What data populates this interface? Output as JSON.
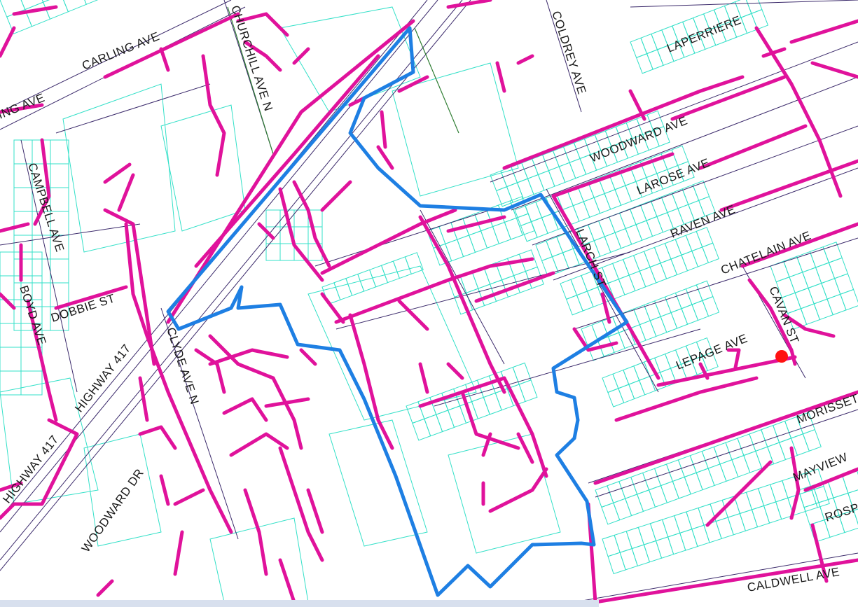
{
  "map": {
    "colors": {
      "background": "#ffffff",
      "parcel": "#33e0c8",
      "street": "#3b2a6b",
      "sewer": "#e0129b",
      "boundary": "#1e7fe3",
      "marker": "#ff1212",
      "rail": "#2e7d32"
    },
    "street_labels": {
      "carling": "CARLING AVE",
      "churchill": "CHURCHILL AVE N",
      "coldrey": "COLDREY AVE",
      "laperriere": "LAPERRIERE",
      "ingave": "ING AVE",
      "campbell": "CAMPBELL AVE",
      "boyd": "BOYD AVE",
      "dobbie": "DOBBIE ST",
      "hwy417a": "HIGHWAY 417",
      "hwy417b": "HIGHWAY 417",
      "clyde": "CLYDE AVE N",
      "woodwarddr": "WOODWARD DR",
      "woodwardave": "WOODWARD AVE",
      "larose": "LAROSE AVE",
      "raven": "RAVEN AVE",
      "chatelain": "CHATELAIN AVE",
      "larch": "LARCH ST",
      "cavan": "CAVAN ST",
      "lepage": "LEPAGE AVE",
      "morisset": "MORISSET",
      "mayview": "MAYVIEW",
      "rosp": "ROSP",
      "caldwell": "CALDWELL AVE"
    },
    "marker_label": "",
    "layers": [
      "parcels",
      "streets",
      "sewer-lines",
      "boundary",
      "location-marker"
    ]
  }
}
